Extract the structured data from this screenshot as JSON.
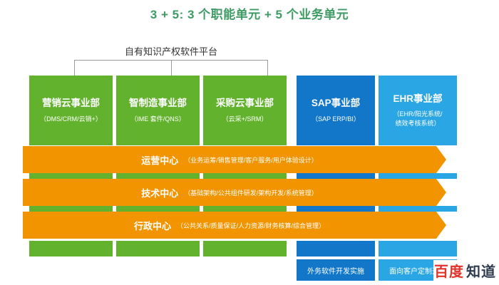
{
  "title": "3 + 5: 3 个职能单元 + 5 个业务单元",
  "platform": {
    "label": "自有知识产权软件平台"
  },
  "units": [
    {
      "name": "营销云事业部",
      "sub": "（DMS/CRM/云销+）",
      "color": "#63b22e",
      "kind": "green"
    },
    {
      "name": "智制造事业部",
      "sub": "（IME 套件/QNS）",
      "color": "#63b22e",
      "kind": "green"
    },
    {
      "name": "采购云事业部",
      "sub": "（云采+/SRM）",
      "color": "#63b22e",
      "kind": "green"
    },
    {
      "name": "SAP事业部",
      "sub": "（SAP ERP/BI）",
      "color": "#1277c8",
      "kind": "blue-dark"
    },
    {
      "name": "EHR事业部",
      "sub": "（EHR/阳光系统/\n绩效考核系统）",
      "sub_line1": "（EHR/阳光系统/",
      "sub_line2": "绩效考核系统）",
      "color": "#2aa6e4",
      "kind": "blue-light"
    }
  ],
  "centers": [
    {
      "name": "运营中心",
      "sub": "（业务运筹/销售管理/客户服务/用户体验设计）"
    },
    {
      "name": "技术中心",
      "sub": "（基础架构/公共组件研发/架构开发/系统管理）"
    },
    {
      "name": "行政中心",
      "sub": "（公共关系/质量保证/人力资源/财务核算/综合管理）"
    }
  ],
  "bottom_boxes": [
    {
      "label": "外务软件开发实施",
      "color": "#1277c8"
    },
    {
      "label": "面向客户定制开发",
      "color": "#2aa6e4"
    }
  ],
  "watermark": {
    "brand": "百度",
    "suffix": "知道"
  },
  "colors": {
    "title_green": "#3e9b63",
    "green": "#63b22e",
    "blue_dark": "#1277c8",
    "blue_light": "#2aa6e4",
    "orange": "#f29400",
    "bracket": "#9a9a9a"
  }
}
